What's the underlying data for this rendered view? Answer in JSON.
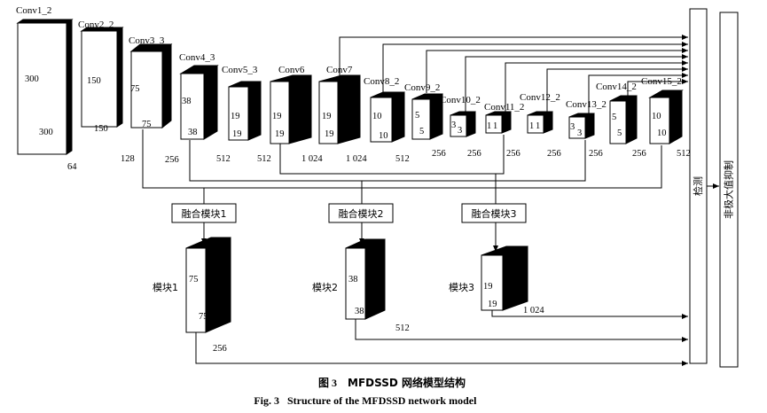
{
  "colors": {
    "ink": "#000000",
    "face": "#ffffff"
  },
  "layers": [
    {
      "name": "Conv1_2",
      "dim": "300",
      "ch": "64"
    },
    {
      "name": "Conv2_2",
      "dim": "150",
      "ch": "128"
    },
    {
      "name": "Conv3_3",
      "dim": "75",
      "ch": "256"
    },
    {
      "name": "Conv4_3",
      "dim": "38",
      "ch": "512"
    },
    {
      "name": "Conv5_3",
      "dim": "19",
      "ch": "512"
    },
    {
      "name": "Conv6",
      "dim": "19",
      "ch": "1 024"
    },
    {
      "name": "Conv7",
      "dim": "19",
      "ch": "1 024"
    },
    {
      "name": "Conv8_2",
      "dim": "10",
      "ch": "512"
    },
    {
      "name": "Conv9_2",
      "dim": "5",
      "ch": "256"
    },
    {
      "name": "Conv10_2",
      "dim": "3",
      "ch": "256"
    },
    {
      "name": "Conv11_2",
      "dim": "1",
      "ch": "256"
    },
    {
      "name": "Conv12_2",
      "dim": "1",
      "ch": "256"
    },
    {
      "name": "Conv13_2",
      "dim": "3",
      "ch": "256"
    },
    {
      "name": "Conv14_2",
      "dim": "5",
      "ch": "256"
    },
    {
      "name": "Conv15_2",
      "dim": "10",
      "ch": "512"
    }
  ],
  "fusion_blocks": [
    {
      "label": "融合模块1",
      "module": "模块1",
      "dim": "75",
      "ch": "256"
    },
    {
      "label": "融合模块2",
      "module": "模块2",
      "dim": "38",
      "ch": "512"
    },
    {
      "label": "融合模块3",
      "module": "模块3",
      "dim": "19",
      "ch": "1 024"
    }
  ],
  "detect_label": "检测",
  "nms_label": "非极大值抑制",
  "caption": {
    "cn_prefix": "图 3",
    "cn_text": "MFDSSD 网络模型结构",
    "en_prefix": "Fig. 3",
    "en_text": "Structure of the MFDSSD network model"
  }
}
